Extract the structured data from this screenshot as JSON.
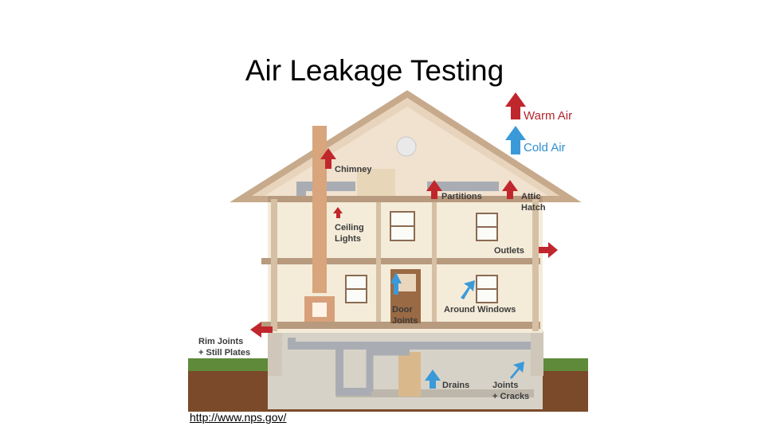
{
  "title": "Air Leakage Testing",
  "legend": {
    "warm": "Warm Air",
    "cold": "Cold Air"
  },
  "labels": {
    "chimney": "Chimney",
    "partitions": "Partitions",
    "attic_1": "Attic",
    "attic_2": "Hatch",
    "ceiling_1": "Ceiling",
    "ceiling_2": "Lights",
    "outlets": "Outlets",
    "door_1": "Door",
    "door_2": "Joints",
    "windows": "Around Windows",
    "rim_1": "Rim Joints",
    "rim_2": "+ Still Plates",
    "drains": "Drains",
    "joints_1": "Joints",
    "joints_2": "+ Cracks"
  },
  "source": "http://www.nps.gov/",
  "colors": {
    "warm": "#c0272d",
    "cold": "#3a9ad9",
    "wood": "#c9b39a"
  }
}
